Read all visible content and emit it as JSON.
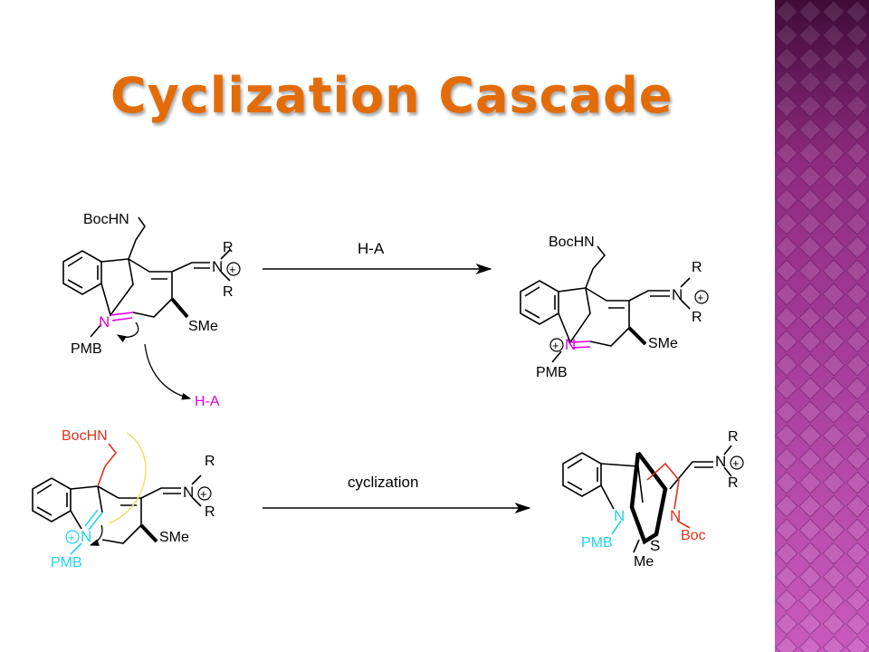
{
  "slide": {
    "title": "Cyclization Cascade",
    "colors": {
      "title": "#E36C09",
      "magenta": "#E000E0",
      "cyan": "#22D3EE",
      "red": "#E0301E",
      "yellow": "#E8E26A",
      "sidebar_dark": "#3F0B37",
      "sidebar_light": "#C95ABF"
    }
  },
  "scheme": {
    "step1": {
      "reagent": "H-A",
      "start": {
        "boc_nh": "BocHN",
        "n_label": "N",
        "r_top": "R",
        "r_bottom": "R",
        "iminium_n": "N",
        "charge": "+",
        "sme": "SMe",
        "pmb": "PMB"
      },
      "leaving": "H-A",
      "product": {
        "boc_nh": "BocHN",
        "n_label": "N",
        "charge_left": "+",
        "r_top": "R",
        "r_bottom": "R",
        "iminium_n": "N",
        "charge": "+",
        "sme": "SMe",
        "pmb": "PMB"
      }
    },
    "step2": {
      "reagent": "cyclization",
      "start": {
        "boc_nh": "BocHN",
        "n_label": "N",
        "charge_left": "+",
        "r_top": "R",
        "r_bottom": "R",
        "iminium_n": "N",
        "charge": "+",
        "sme": "SMe",
        "pmb": "PMB"
      },
      "product": {
        "r_top": "R",
        "r_bottom": "R",
        "iminium_n": "N",
        "charge": "+",
        "n_indoline": "N",
        "pmb": "PMB",
        "s_label": "S",
        "me": "Me",
        "n_boc": "N",
        "boc": "Boc"
      }
    }
  }
}
